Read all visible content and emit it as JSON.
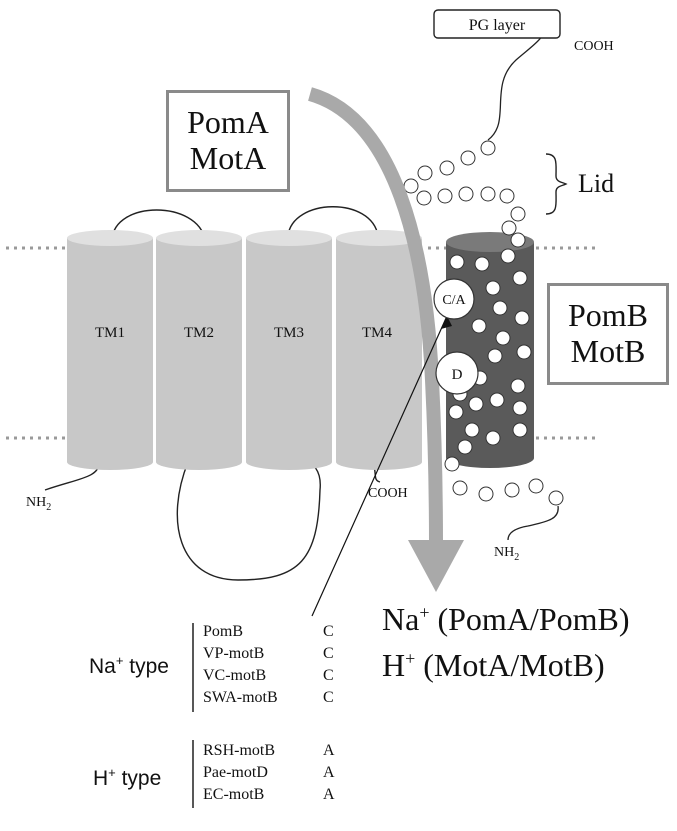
{
  "labels": {
    "pg_layer": "PG layer",
    "cooh_top": "COOH",
    "lid": "Lid",
    "stator_a": [
      "PomA",
      "MotA"
    ],
    "stator_b": [
      "PomB",
      "MotB"
    ],
    "tm": [
      "TM1",
      "TM2",
      "TM3",
      "TM4"
    ],
    "ca_site": "C/A",
    "d_site": "D",
    "nh2_left": "NH",
    "nh2_left_sub": "2",
    "cooh_mid": "COOH",
    "nh2_right": "NH",
    "nh2_right_sub": "2",
    "ion_lines": [
      {
        "ion": "Na",
        "charge": "+",
        "text": " (PomA/PomB)"
      },
      {
        "ion": "H",
        "charge": "+",
        "text": " (MotA/MotB)"
      }
    ]
  },
  "residue_table": {
    "na_type": {
      "ion": "Na",
      "charge": "+",
      "label": " type",
      "rows": [
        {
          "gene": "PomB",
          "residue": "C"
        },
        {
          "gene": "VP-motB",
          "residue": "C"
        },
        {
          "gene": "VC-motB",
          "residue": "C"
        },
        {
          "gene": "SWA-motB",
          "residue": "C"
        }
      ]
    },
    "h_type": {
      "ion": "H",
      "charge": "+",
      "label": " type",
      "rows": [
        {
          "gene": "RSH-motB",
          "residue": "A"
        },
        {
          "gene": "Pae-motD",
          "residue": "A"
        },
        {
          "gene": "EC-motB",
          "residue": "A"
        }
      ]
    }
  },
  "colors": {
    "cylinder_light": "#c8c8c8",
    "cylinder_top": "#dedede",
    "cylinder_dark": "#5a5a5a",
    "arrow": "#a9a9a9",
    "box_border": "#8a8a8a"
  }
}
